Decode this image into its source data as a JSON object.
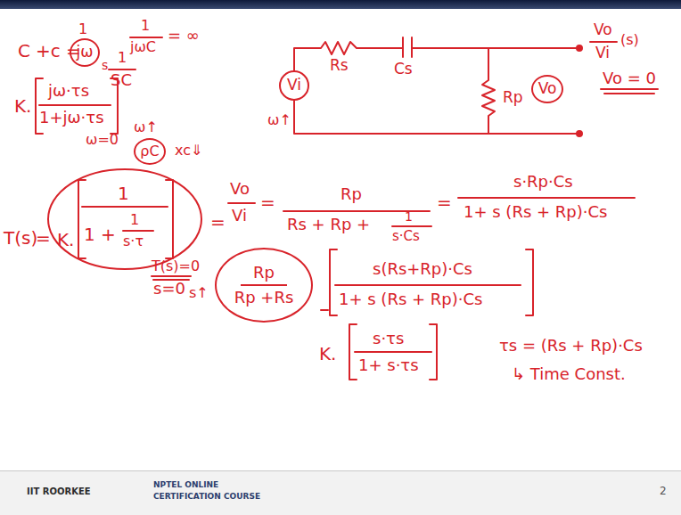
{
  "diagram": {
    "nodes": [
      {
        "text": [
          "jω"
        ]
      },
      {
        "text": [
          "Vi"
        ]
      },
      {
        "text": [
          "Vo"
        ]
      },
      {
        "text": [
          "ρC"
        ]
      },
      {
        "text": [
          "Rp",
          "Rp +Rs"
        ]
      }
    ],
    "labels": [
      "C",
      "+c =",
      "1",
      "s",
      "1",
      "jωC",
      "= ∞",
      "1",
      "SC",
      "K.",
      "jω·τs",
      "1+jω·τs",
      "ω=0",
      "ω↑",
      "xc⇓",
      "T(s)",
      "=",
      "K.",
      "1",
      "1 +",
      "1",
      "s·τ",
      "T(s)=0",
      "s=0",
      "s↑",
      "=",
      "Rs",
      "Cs",
      "Rp",
      "ω↑",
      "Vo",
      "Vi",
      "(s)",
      "Vo = 0",
      "Vo",
      "Vi",
      "=",
      "Rp",
      "Rs + Rp +",
      "1",
      "s·Cs",
      "=",
      "s·Rp·Cs",
      "1+ s (Rs + Rp)·Cs",
      "s(Rs+Rp)·Cs",
      "1+ s (Rs + Rp)·Cs",
      "K.",
      "s·τs",
      "1+ s·τs",
      "τs = (Rs + Rp)·Cs",
      "↳ Time Const.",
      "IIT ROORKEE",
      "NPTEL ONLINE",
      "CERTIFICATION COURSE",
      "2"
    ]
  }
}
